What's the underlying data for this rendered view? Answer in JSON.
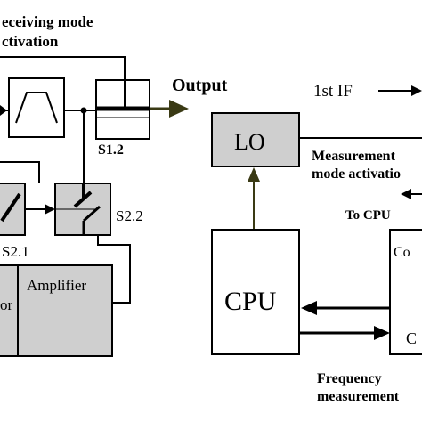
{
  "labels": {
    "receiving_line1": "eceiving mode",
    "receiving_line2": "ctivation",
    "output": "Output",
    "s12": "S1.2",
    "lo": "LO",
    "measurement_line1": "Measurement",
    "measurement_line2": "mode activatio",
    "to_cpu": "To CPU",
    "first_if": "1st IF",
    "s21": "S2.1",
    "s22": "S2.2",
    "amplifier": "Amplifier",
    "or_fragment": "or",
    "cpu": "CPU",
    "co_fragment": "Co",
    "c_fragment": "C",
    "frequency_line1": "Frequency",
    "frequency_line2": "measurement"
  },
  "colors": {
    "box_fill": "#cfcfcf",
    "line": "#000000",
    "arrow_dark": "#3a3a14"
  }
}
